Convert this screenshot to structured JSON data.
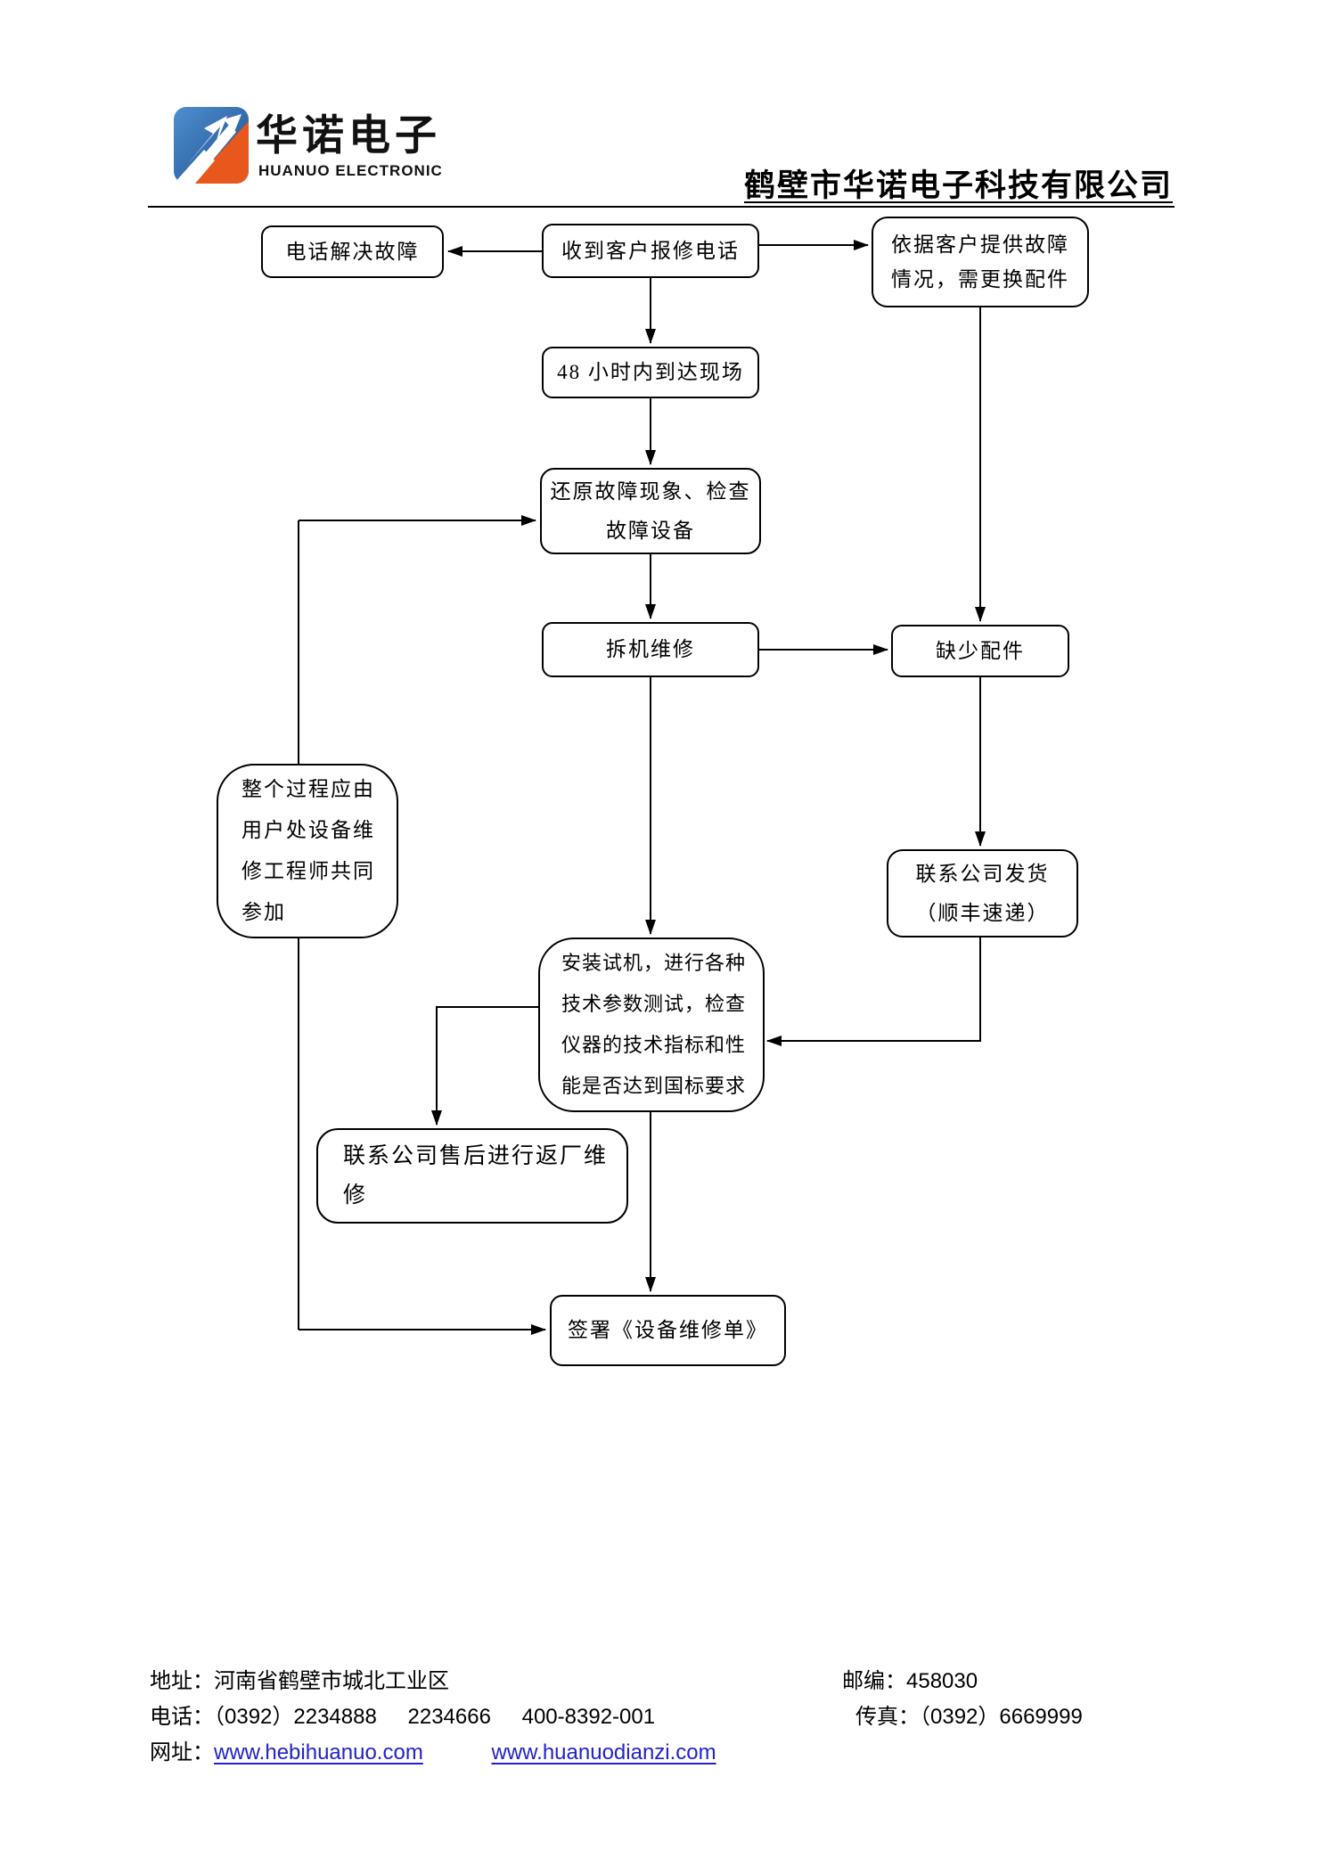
{
  "header": {
    "logo_text": "华诺电子",
    "logo_subtext": "HUANUO ELECTRONIC",
    "company_name": "鹤壁市华诺电子科技有限公司"
  },
  "flowchart": {
    "nodes": {
      "phone_solve": [
        "电话解决故障"
      ],
      "receive_call": [
        "收到客户报修电话"
      ],
      "need_parts": [
        "依据客户提供故障",
        "情况，需更换配件"
      ],
      "arrive_48h": [
        "48 小时内到达现场"
      ],
      "restore_check": [
        "还原故障现象、检查",
        "故障设备"
      ],
      "disassemble": [
        "拆机维修"
      ],
      "missing_parts": [
        "缺少配件"
      ],
      "whole_process": [
        "整个过程应由",
        "用户处设备维",
        "修工程师共同",
        "参加"
      ],
      "ship_parts": [
        "联系公司发货",
        "（顺丰速递）"
      ],
      "install_test": [
        "安装试机，进行各种",
        "技术参数测试，检查",
        "仪器的技术指标和性",
        "能是否达到国标要求"
      ],
      "return_factory": [
        "联系公司售后进行返厂维",
        "修"
      ],
      "sign_form": [
        "签署《设备维修单》"
      ]
    }
  },
  "footer": {
    "address": "地址：河南省鹤壁市城北工业区",
    "postcode": "邮编：458030",
    "phone_label": "电话：",
    "phones": [
      "（0392）2234888",
      "2234666",
      "400-8392-001"
    ],
    "fax": "传真：（0392）6669999",
    "web_label": "网址：",
    "websites": [
      "www.hebihuanuo.com",
      "www.huanuodianzi.com"
    ]
  },
  "colors": {
    "line_black": "#000000",
    "link_blue": "#2222cc",
    "logo_blue": "#2f6db8",
    "logo_orange": "#e8571c"
  }
}
